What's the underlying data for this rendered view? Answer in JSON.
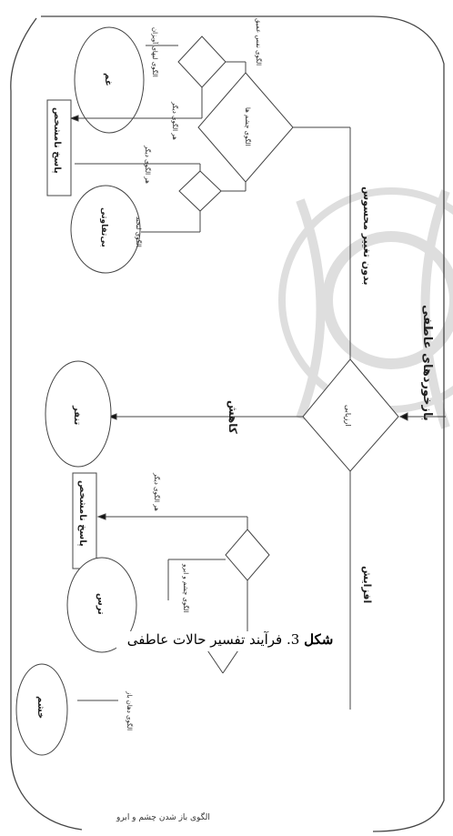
{
  "caption": {
    "label": "شکل",
    "number": "3",
    "text": ". فرآیند تفسیر حالات عاطفی"
  },
  "diagram": {
    "root_label": "بازخوردهای عاطفی",
    "root_decision": "ارزیابی",
    "branch_change": "بدون تغییر محسوس",
    "branch_decrease": "کاهش",
    "branch_increase": "افزایش",
    "end_sad": "غم",
    "end_bored": "بی‌تفاوتی",
    "end_disgust": "تنفر",
    "end_fear": "ترس",
    "end_anger": "خشم",
    "response_box_1": "پاسخ نامشخص",
    "response_box_2": "پاسخ نامشخص",
    "annot_1": "الگوی لبهای آویزان",
    "annot_2": "هر الگوی دیگر",
    "annot_3": "الگوی لبخند",
    "annot_4": "الگوی چشم ها",
    "annot_5": "الگوی نفس عمیق",
    "annot_6": "هر الگوی دیگر",
    "annot_7": "الگوی چشم و ابرو",
    "annot_8": "هر الگوی دیگر",
    "annot_9": "الگوی دهان باز",
    "footer_text": "الگوی باز شدن چشم و ابرو"
  },
  "colors": {
    "line": "#444444",
    "watermark": "#d6d6d6"
  }
}
